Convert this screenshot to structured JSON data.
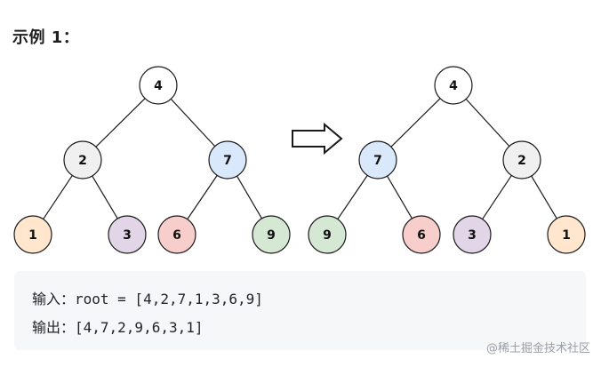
{
  "heading": "示例 1：",
  "colors": {
    "root": "#ffffff",
    "gray": "#f0f0f0",
    "blue": "#dae8fc",
    "orange": "#ffe6cc",
    "purple": "#e1d5e7",
    "red": "#f8cecc",
    "green": "#d5e8d4",
    "stroke": "#1a1a1a"
  },
  "trees": [
    {
      "nodes": [
        {
          "id": "a0",
          "label": "4",
          "color": "root"
        },
        {
          "id": "a1",
          "label": "2",
          "color": "gray"
        },
        {
          "id": "a2",
          "label": "7",
          "color": "blue"
        },
        {
          "id": "a3",
          "label": "1",
          "color": "orange"
        },
        {
          "id": "a4",
          "label": "3",
          "color": "purple"
        },
        {
          "id": "a5",
          "label": "6",
          "color": "red"
        },
        {
          "id": "a6",
          "label": "9",
          "color": "green"
        }
      ],
      "edges": [
        [
          "a0",
          "a1"
        ],
        [
          "a0",
          "a2"
        ],
        [
          "a1",
          "a3"
        ],
        [
          "a1",
          "a4"
        ],
        [
          "a2",
          "a5"
        ],
        [
          "a2",
          "a6"
        ]
      ]
    },
    {
      "nodes": [
        {
          "id": "b0",
          "label": "4",
          "color": "root"
        },
        {
          "id": "b1",
          "label": "7",
          "color": "blue"
        },
        {
          "id": "b2",
          "label": "2",
          "color": "gray"
        },
        {
          "id": "b3",
          "label": "9",
          "color": "green"
        },
        {
          "id": "b4",
          "label": "6",
          "color": "red"
        },
        {
          "id": "b5",
          "label": "3",
          "color": "purple"
        },
        {
          "id": "b6",
          "label": "1",
          "color": "orange"
        }
      ],
      "edges": [
        [
          "b0",
          "b1"
        ],
        [
          "b0",
          "b2"
        ],
        [
          "b1",
          "b3"
        ],
        [
          "b1",
          "b4"
        ],
        [
          "b2",
          "b5"
        ],
        [
          "b2",
          "b6"
        ]
      ]
    }
  ],
  "arrow_icon": "right-hollow-arrow",
  "code": {
    "input_line": "输入：root = [4,2,7,1,3,6,9]",
    "output_line": "输出：[4,7,2,9,6,3,1]"
  },
  "watermark": "@稀土掘金技术社区"
}
